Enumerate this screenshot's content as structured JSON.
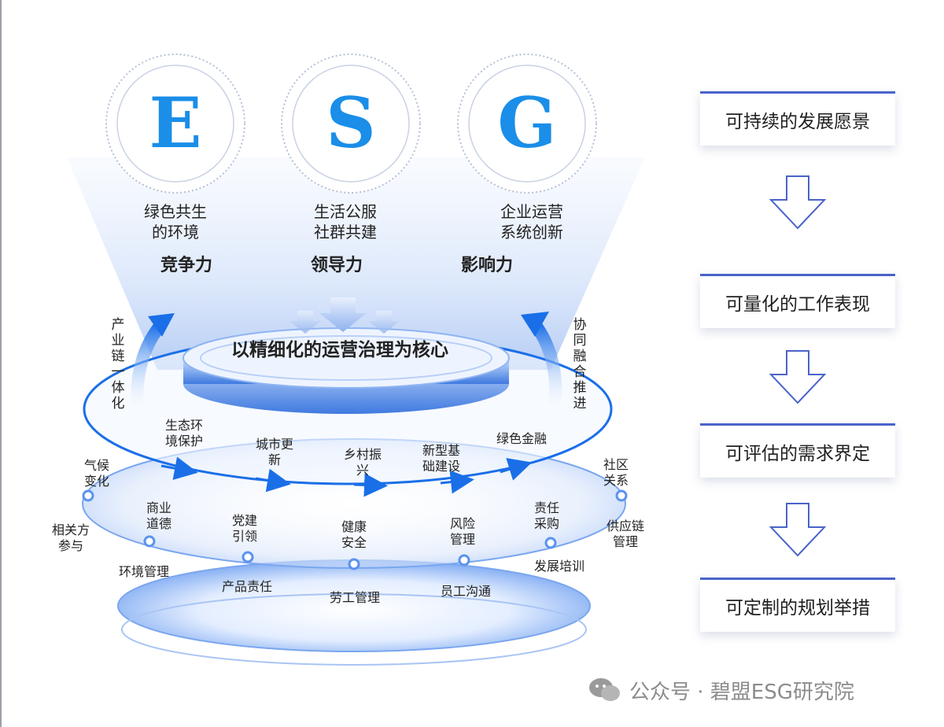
{
  "esg_circles": [
    {
      "letter": "E",
      "desc_line1": "绿色共生",
      "desc_line2": "的环境",
      "power": "竞争力"
    },
    {
      "letter": "S",
      "desc_line1": "生活公服",
      "desc_line2": "社群共建",
      "power": "领导力"
    },
    {
      "letter": "G",
      "desc_line1": "企业运营",
      "desc_line2": "系统创新",
      "power": "影响力"
    }
  ],
  "core_title": "以精细化的运营治理为核心",
  "left_vertical": [
    "产",
    "业",
    "链",
    "一",
    "体",
    "化"
  ],
  "right_vertical": [
    "协",
    "同",
    "融",
    "合",
    "推",
    "进"
  ],
  "ring_labels": [
    {
      "line1": "生态环",
      "line2": "境保护"
    },
    {
      "line1": "城市更",
      "line2": "新"
    },
    {
      "line1": "乡村振",
      "line2": "兴"
    },
    {
      "line1": "新型基",
      "line2": "础建设"
    },
    {
      "line1": "绿色金融",
      "line2": ""
    }
  ],
  "outer_labels": {
    "climate": {
      "line1": "气候",
      "line2": "变化"
    },
    "community": {
      "line1": "社区",
      "line2": "关系"
    },
    "stakeholder": {
      "line1": "相关方",
      "line2": "参与"
    },
    "supply": {
      "line1": "供应链",
      "line2": "管理"
    },
    "ethics": {
      "line1": "商业",
      "line2": "道德"
    },
    "party": {
      "line1": "党建",
      "line2": "引领"
    },
    "health": {
      "line1": "健康",
      "line2": "安全"
    },
    "risk": {
      "line1": "风险",
      "line2": "管理"
    },
    "procure": {
      "line1": "责任",
      "line2": "采购"
    },
    "env_mgmt": "环境管理",
    "product": "产品责任",
    "labor": "劳工管理",
    "staff": "员工沟通",
    "training": "发展培训"
  },
  "steps": [
    "可持续的发展愿景",
    "可量化的工作表现",
    "可评估的需求界定",
    "可定制的规划举措"
  ],
  "watermark": "公众号 · 碧盟ESG研究院",
  "colors": {
    "accent_blue": "#1a6fe8",
    "letter_blue": "#1a8ee8",
    "step_border": "#4a63c9"
  }
}
